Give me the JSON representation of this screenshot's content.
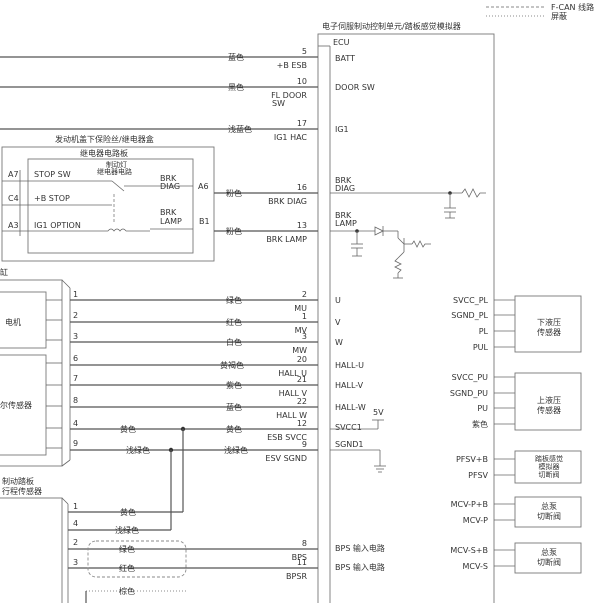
{
  "legend": {
    "fcan": "F-CAN 线路",
    "shield": "屏蔽"
  },
  "ecu": {
    "title": "电子伺服制动控制单元/踏板感觉模拟器",
    "label": "ECU",
    "pins_left": [
      {
        "pin": "5",
        "sig": "+B ESB",
        "name": "BATT",
        "color": "蓝色"
      },
      {
        "pin": "10",
        "sig": "FL DOOR SW",
        "name": "DOOR SW",
        "color": "黑色"
      },
      {
        "pin": "17",
        "sig": "IG1 HAC",
        "name": "IG1",
        "color": "浅蓝色"
      },
      {
        "pin": "16",
        "sig": "BRK DIAG",
        "name": "BRK DIAG",
        "color": "粉色"
      },
      {
        "pin": "13",
        "sig": "BRK LAMP",
        "name": "BRK LAMP",
        "color": "粉色"
      },
      {
        "pin": "2",
        "sig": "MU",
        "name": "U",
        "color": "绿色"
      },
      {
        "pin": "1",
        "sig": "MV",
        "name": "V",
        "color": "红色"
      },
      {
        "pin": "3",
        "sig": "MW",
        "name": "W",
        "color": "白色"
      },
      {
        "pin": "20",
        "sig": "HALL U",
        "name": "HALL-U",
        "color": "黄褐色"
      },
      {
        "pin": "21",
        "sig": "HALL V",
        "name": "HALL-V",
        "color": "紫色"
      },
      {
        "pin": "22",
        "sig": "HALL W",
        "name": "HALL-W",
        "color": "蓝色"
      },
      {
        "pin": "12",
        "sig": "ESB SVCC",
        "name": "SVCC1",
        "color": "黄色"
      },
      {
        "pin": "9",
        "sig": "ESV SGND",
        "name": "SGND1",
        "color": "浅绿色"
      },
      {
        "pin": "8",
        "sig": "BPS",
        "name": "BPS 输入电路",
        "color": ""
      },
      {
        "pin": "11",
        "sig": "BPSR",
        "name": "BPS 输入电路",
        "color": ""
      }
    ],
    "brk_diag_l1": "BRK",
    "brk_diag_l2": "DIAG",
    "brk_lamp_l1": "BRK",
    "brk_lamp_l2": "LAMP",
    "fl_door_l1": "FL DOOR",
    "fl_door_l2": "SW",
    "v5": "5V",
    "right_signals": [
      "SVCC_PL",
      "SGND_PL",
      "PL",
      "PUL",
      "SVCC_PU",
      "SGND_PU",
      "PU",
      "紫色",
      "PFSV+B",
      "PFSV",
      "MCV-P+B",
      "MCV-P",
      "MCV-S+B",
      "MCV-S"
    ]
  },
  "right_components": {
    "lower_sensor": [
      "下液压",
      "传感器"
    ],
    "upper_sensor": [
      "上液压",
      "传感器"
    ],
    "pedal_valve": [
      "踏板感觉",
      "模拟器",
      "切断阀"
    ],
    "master_p": [
      "总泵",
      "切断阀"
    ],
    "master_s": [
      "总泵",
      "切断阀"
    ]
  },
  "fuse_box": {
    "title": "发动机盖下保险丝/继电器盒",
    "relay_board": "继电器电路板",
    "relay_note": [
      "制动灯",
      "继电器电路"
    ],
    "stop_sw": "STOP SW",
    "b_stop": "+B STOP",
    "ig1_option": "IG1 OPTION",
    "brk_diag_l1": "BRK",
    "brk_diag_l2": "DIAG",
    "brk_lamp_l1": "BRK",
    "brk_lamp_l2": "LAMP",
    "pins": [
      "A7",
      "C4",
      "A3",
      "A6",
      "B1"
    ]
  },
  "motor_section": {
    "cut_label": "缸",
    "motor": "电机",
    "hall_cut": "尔传感器",
    "pins": [
      "1",
      "2",
      "3",
      "6",
      "7",
      "8",
      "4",
      "9"
    ]
  },
  "harness_colors": {
    "yellow": "黄色",
    "lightgreen": "浅绿色"
  },
  "pedal_sensor": {
    "title_l1": "制动踏板",
    "title_l2": "行程传感器",
    "pins": [
      "1",
      "4",
      "2",
      "3"
    ],
    "colors": [
      "黄色",
      "浅绿色",
      "绿色",
      "红色",
      "棕色"
    ]
  }
}
